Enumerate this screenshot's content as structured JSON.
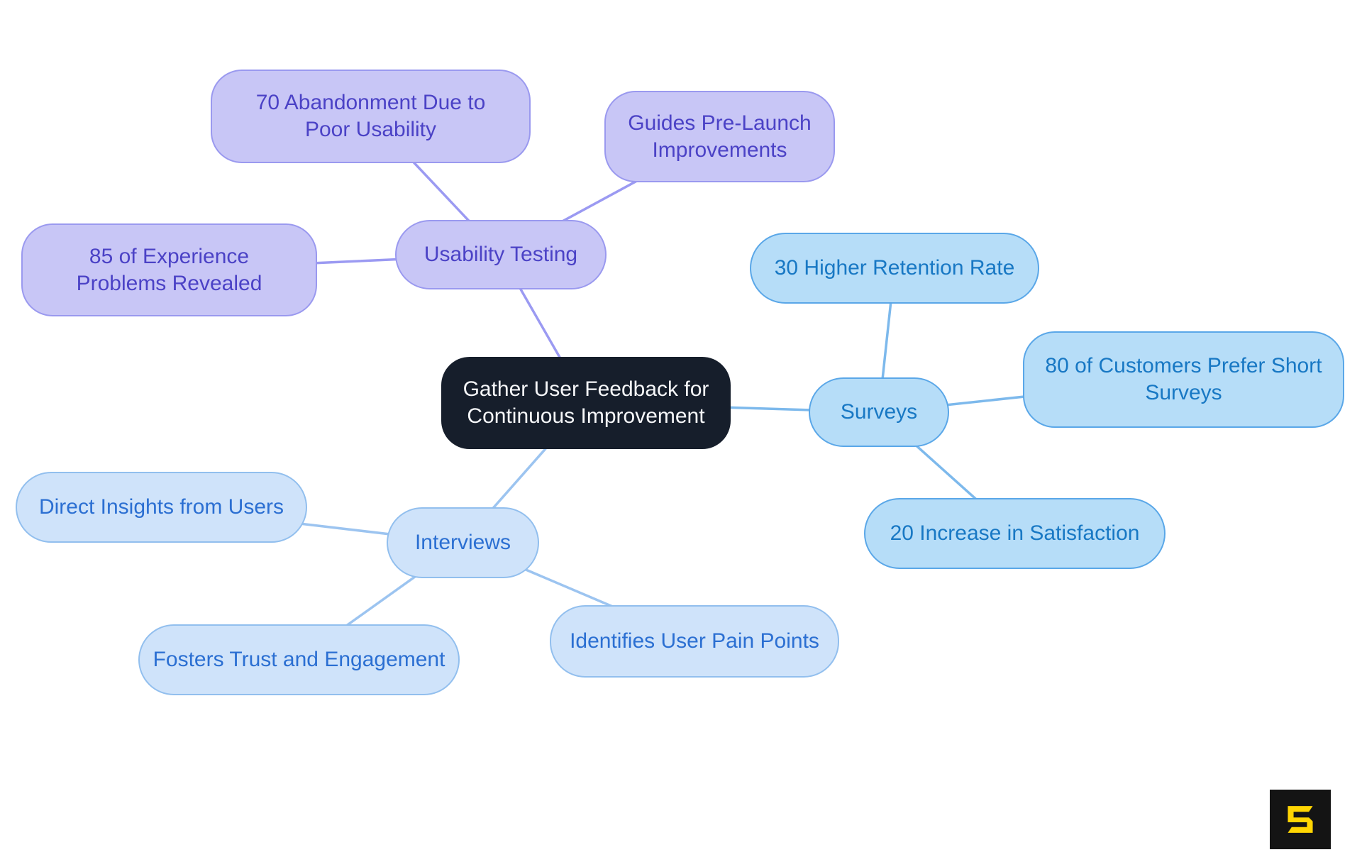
{
  "mindmap": {
    "nodes": {
      "central": {
        "label": "Gather User Feedback for Continuous Improvement"
      },
      "usability": {
        "label": "Usability Testing"
      },
      "u1": {
        "label": "70 Abandonment Due to Poor Usability"
      },
      "u2": {
        "label": "Guides Pre-Launch Improvements"
      },
      "u3": {
        "label": "85 of Experience Problems Revealed"
      },
      "surveys": {
        "label": "Surveys"
      },
      "s1": {
        "label": "30 Higher Retention Rate"
      },
      "s2": {
        "label": "80 of Customers Prefer Short Surveys"
      },
      "s3": {
        "label": "20 Increase in Satisfaction"
      },
      "interviews": {
        "label": "Interviews"
      },
      "i1": {
        "label": "Direct Insights from Users"
      },
      "i2": {
        "label": "Fosters Trust and Engagement"
      },
      "i3": {
        "label": "Identifies User Pain Points"
      }
    },
    "edges": [
      [
        "u1",
        "usability"
      ],
      [
        "u2",
        "usability"
      ],
      [
        "u3",
        "usability"
      ],
      [
        "usability",
        "central"
      ],
      [
        "s1",
        "surveys"
      ],
      [
        "s2",
        "surveys"
      ],
      [
        "s3",
        "surveys"
      ],
      [
        "surveys",
        "central"
      ],
      [
        "i1",
        "interviews"
      ],
      [
        "i2",
        "interviews"
      ],
      [
        "i3",
        "interviews"
      ],
      [
        "interviews",
        "central"
      ]
    ]
  },
  "logo": {
    "glyph_name": "angular-s-logo"
  },
  "theme": {
    "background": "#ffffff",
    "central": {
      "fill": "#161e2b",
      "text": "#f6f7f9"
    },
    "branches": {
      "usability": {
        "fill": "#c8c6f6",
        "border": "#9a99ef",
        "text": "#4b42c6",
        "edge": "#9b9af2"
      },
      "surveys": {
        "fill": "#b6ddf8",
        "border": "#5aa7e8",
        "text": "#1878c4",
        "edge": "#7db9ec"
      },
      "interviews": {
        "fill": "#cfe3fa",
        "border": "#92bfee",
        "text": "#2b6fd2",
        "edge": "#9cc4f0"
      }
    },
    "logo": {
      "bg": "#141414",
      "glyph": "#ffd502"
    }
  }
}
